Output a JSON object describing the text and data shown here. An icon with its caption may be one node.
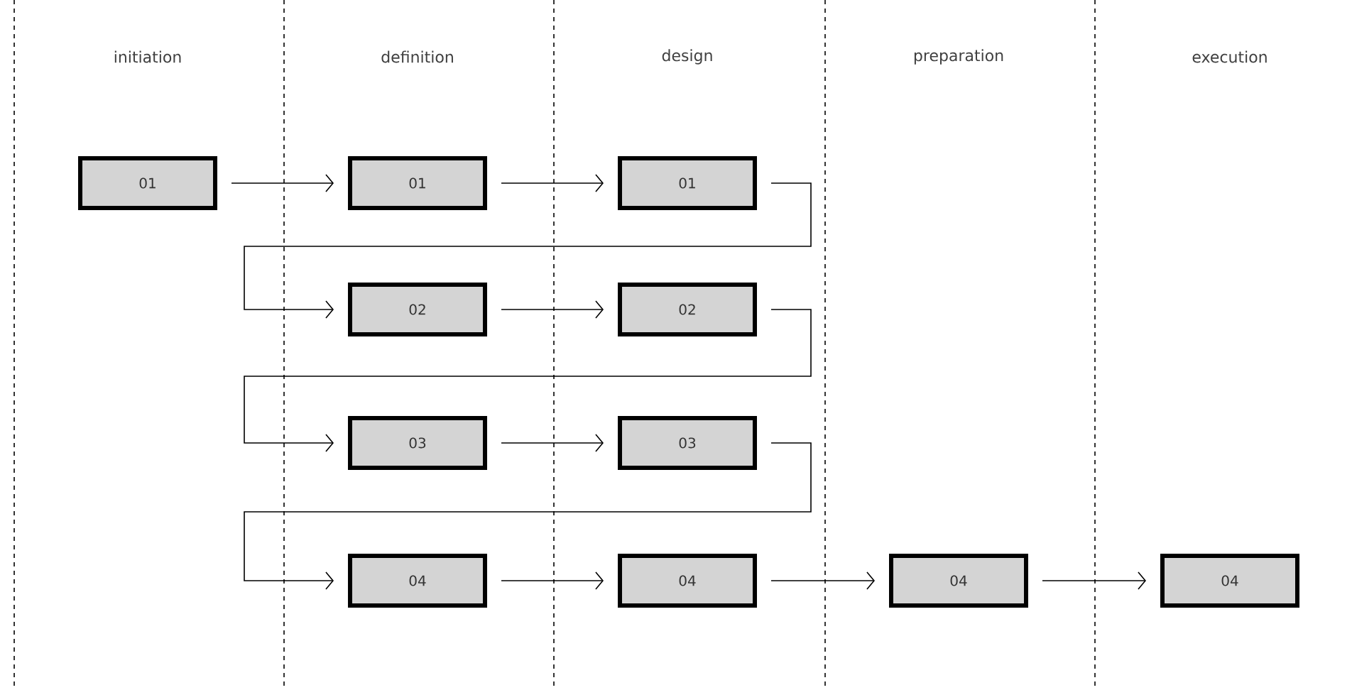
{
  "diagram": {
    "nodes": [
      {
        "text": [
          "01"
        ]
      },
      {
        "text": [
          "01"
        ]
      },
      {
        "text": [
          "01"
        ]
      },
      {
        "text": [
          "02"
        ]
      },
      {
        "text": [
          "02"
        ]
      },
      {
        "text": [
          "03"
        ]
      },
      {
        "text": [
          "03"
        ]
      },
      {
        "text": [
          "04"
        ]
      },
      {
        "text": [
          "04"
        ]
      },
      {
        "text": [
          "04"
        ]
      },
      {
        "text": [
          "04"
        ]
      }
    ],
    "edges": [
      {
        "from": 0,
        "to": 1,
        "arrow": "to"
      },
      {
        "from": 1,
        "to": 2,
        "arrow": "to"
      },
      {
        "from": 2,
        "to": 3,
        "arrow": "to"
      },
      {
        "from": 3,
        "to": 4,
        "arrow": "to"
      },
      {
        "from": 4,
        "to": 5,
        "arrow": "to"
      },
      {
        "from": 5,
        "to": 6,
        "arrow": "to"
      },
      {
        "from": 6,
        "to": 7,
        "arrow": "to"
      },
      {
        "from": 7,
        "to": 8,
        "arrow": "to"
      },
      {
        "from": 8,
        "to": 9,
        "arrow": "to"
      },
      {
        "from": 9,
        "to": 10,
        "arrow": "to"
      }
    ],
    "labels": [
      "initiation",
      "definition",
      "design",
      "preparation",
      "execution"
    ]
  }
}
